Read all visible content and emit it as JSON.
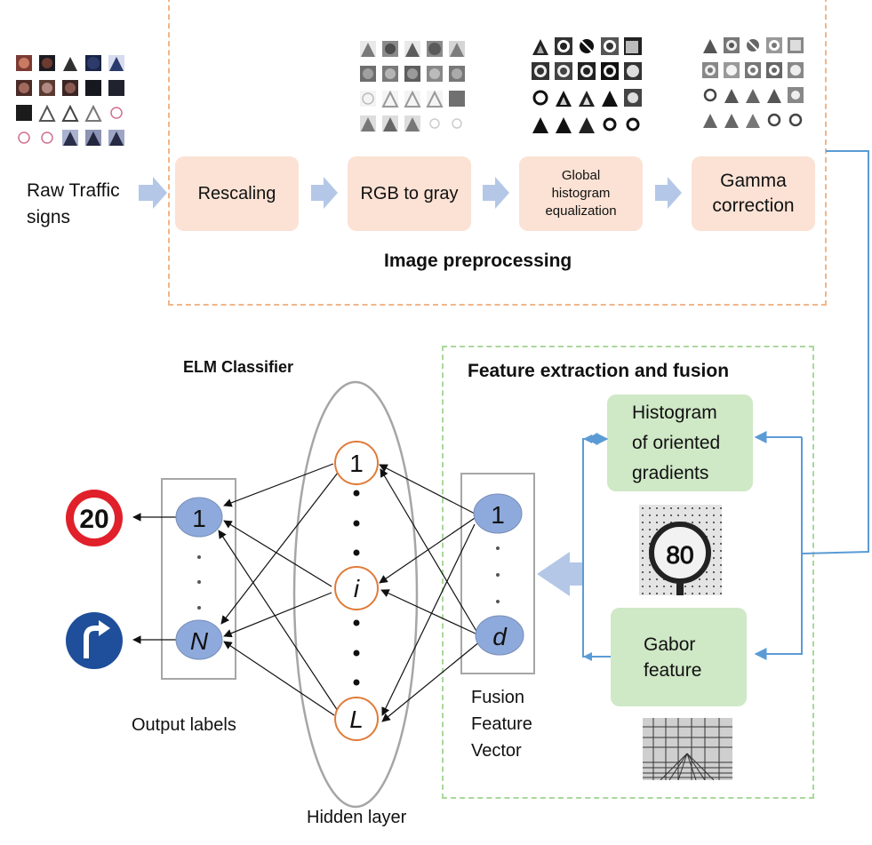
{
  "input": {
    "label_line1": "Raw Traffic",
    "label_line2": "signs"
  },
  "preprocessing": {
    "title": "Image preprocessing",
    "steps": [
      {
        "label": "Rescaling"
      },
      {
        "label": "RGB to gray"
      },
      {
        "label_lines": [
          "Global",
          "histogram",
          "equalization"
        ]
      },
      {
        "label_lines": [
          "Gamma",
          "correction"
        ]
      }
    ]
  },
  "feature": {
    "title": "Feature extraction and fusion",
    "hog_lines": [
      "Histogram",
      "of oriented",
      "gradients"
    ],
    "gabor_lines": [
      "Gabor",
      "feature"
    ],
    "sample_sign_text": "80",
    "fusion_lines": [
      "Fusion",
      "Feature",
      "Vector"
    ],
    "fusion_nodes": {
      "first": "1",
      "last": "d"
    }
  },
  "classifier": {
    "title": "ELM Classifier",
    "hidden_nodes": {
      "first": "1",
      "middle": "i",
      "last": "L"
    },
    "hidden_label": "Hidden layer",
    "output_nodes": {
      "first": "1",
      "last": "N"
    },
    "output_label": "Output labels",
    "speed_sign_text": "20",
    "arrow_sign": "turn-right-arrow-icon"
  },
  "colors": {
    "stage_fill": "#fbe2d4",
    "preprocess_border": "#f0b58a",
    "feature_border": "#a9d89b",
    "feature_fill": "#cfe8c6",
    "connector_blue": "#5b9bd5",
    "node_blue": "#8ea9db",
    "node_orange": "#e07b39",
    "sign_red": "#e0202a",
    "sign_blue": "#1f4e9a"
  }
}
